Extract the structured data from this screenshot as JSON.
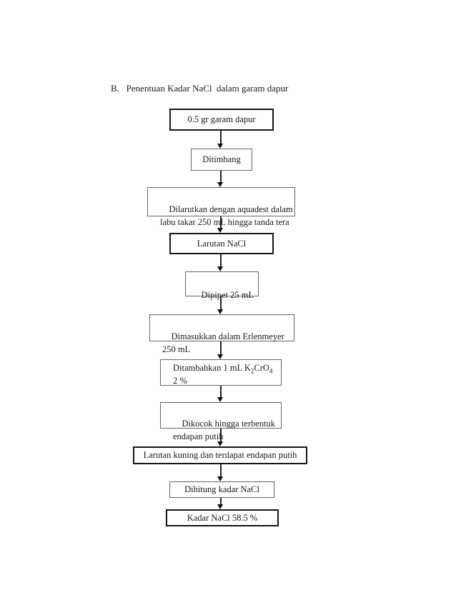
{
  "page": {
    "heading": "B.   Penentuan Kadar NaCl  dalam garam dapur"
  },
  "flowchart": {
    "nodes": [
      {
        "name": "sample",
        "label": "0.5 gr garam dapur"
      },
      {
        "name": "weigh",
        "label": "Ditimbang"
      },
      {
        "name": "dissolve",
        "label": "Dilarutkan dengan aquadest dalam\nlabu takar 250 mL hingga tanda tera"
      },
      {
        "name": "nacl-solution",
        "label": "Larutan NaCl"
      },
      {
        "name": "pipette",
        "label": "Dipipet 25 mL"
      },
      {
        "name": "erlenmeyer",
        "label": "Dimasukkan dalam Erlenmeyer\n250 mL"
      },
      {
        "name": "add-k2cro4",
        "parts": [
          "Ditambahkan 1 mL K",
          "2",
          "CrO",
          "4"
        ],
        "line2": "2 %"
      },
      {
        "name": "shake",
        "label": "Dikocok hingga terbentuk\nendapan putih"
      },
      {
        "name": "yellow-solution",
        "label": "Larutan kuning dan terdapat endapan putih"
      },
      {
        "name": "calculate",
        "label": "Dihitung kadar NaCl"
      },
      {
        "name": "final-result",
        "label": "Kadar NaCl 58.5 %"
      }
    ],
    "colors": {
      "border_strong": "#161616",
      "border_light": "#666666",
      "text": "#1a1a1a",
      "background": "#ffffff"
    }
  }
}
